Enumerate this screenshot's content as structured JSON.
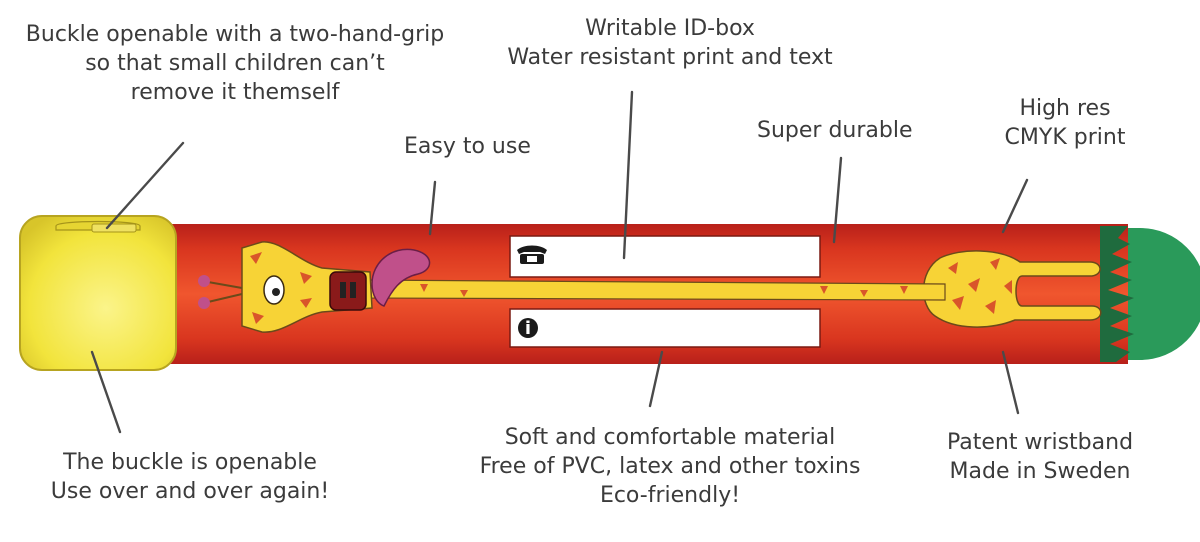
{
  "labels": {
    "buckle_grip": [
      "Buckle openable with a two-hand-grip",
      "so that small children can’t",
      "remove it themself"
    ],
    "id_box": [
      "Writable ID-box",
      "Water resistant print and text"
    ],
    "easy": [
      "Easy to use"
    ],
    "durable": [
      "Super durable"
    ],
    "cmyk": [
      "High res",
      "CMYK print"
    ],
    "buckle_reuse": [
      "The buckle is openable",
      "Use over and over again!"
    ],
    "material": [
      "Soft and comfortable material",
      "Free of PVC, latex and other toxins",
      "Eco-friendly!"
    ],
    "patent": [
      "Patent wristband",
      "Made in Sweden"
    ]
  },
  "icons": {
    "phone": "phone-icon",
    "info": "info-icon"
  },
  "fields": {
    "info_glyph": "i"
  },
  "colors": {
    "band_center": "#f0562e",
    "band_edge": "#c8261c",
    "buckle": "#f2e43c",
    "tip": "#2a9a5a",
    "giraffe": "#f7d336",
    "giraffe_spot": "#d9552a",
    "tongue": "#c0508a"
  }
}
